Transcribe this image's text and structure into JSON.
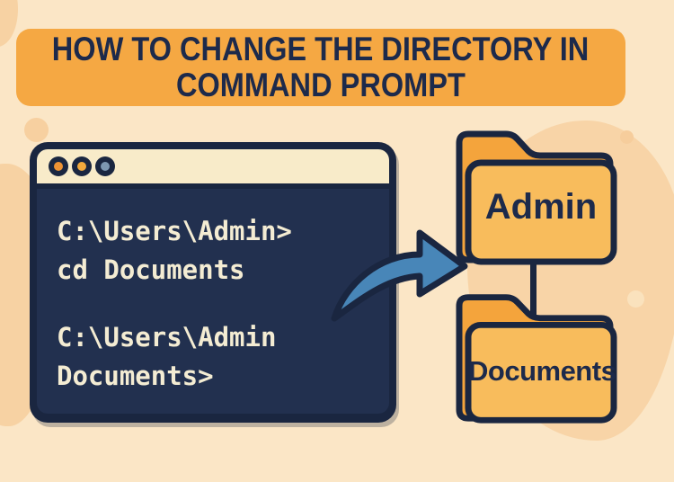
{
  "title": {
    "line1": "HOW TO CHANGE THE DIRECTORY IN",
    "line2": "COMMAND PROMPT"
  },
  "terminal": {
    "controls": [
      {
        "name": "window-dot-orange",
        "color": "#EE9334"
      },
      {
        "name": "window-dot-amber",
        "color": "#F2A93D"
      },
      {
        "name": "window-dot-blue",
        "color": "#7D97B1"
      }
    ],
    "lines": [
      "C:\\Users\\Admin>",
      "cd Documents",
      "",
      "C:\\Users\\Admin",
      "Documents>"
    ]
  },
  "diagram": {
    "arrow_icon": "curved-right-arrow",
    "folders": [
      {
        "label": "Admin"
      },
      {
        "label": "Documents"
      }
    ]
  },
  "colors": {
    "background": "#FBE6C6",
    "blob": "#F8D4A7",
    "banner": "#F5A843",
    "navy_outline": "#1A2640",
    "terminal_body": "#22304F",
    "titlebar_cream": "#F8EBC9",
    "terminal_text": "#F4ECD3",
    "arrow_blue": "#4886B8",
    "folder_back": "#F4A43C",
    "folder_front": "#F8BC5C",
    "title_text": "#1D2A4B"
  }
}
